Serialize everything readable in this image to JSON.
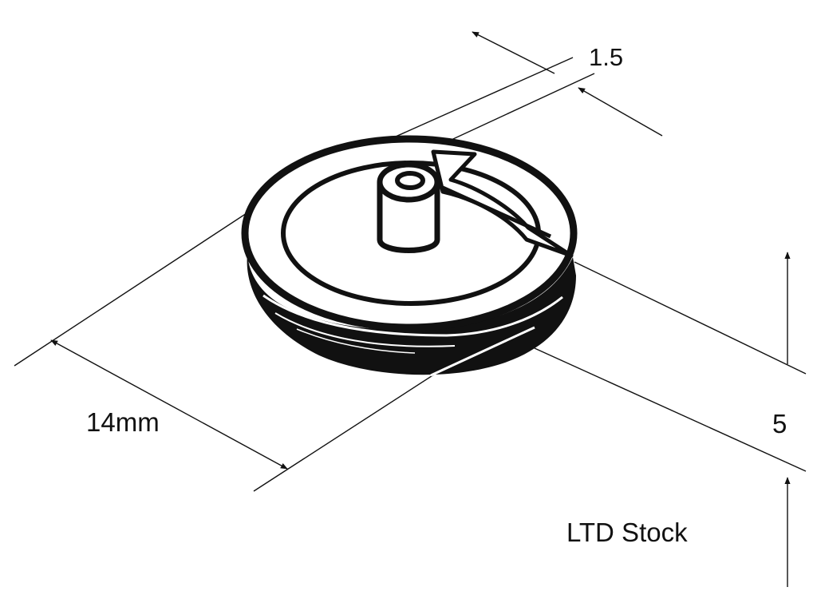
{
  "labels": {
    "thickness": "1.5",
    "diameter": "14mm",
    "height": "5",
    "stock_note": "LTD Stock"
  },
  "colors": {
    "ink": "#111111",
    "background": "#ffffff"
  }
}
